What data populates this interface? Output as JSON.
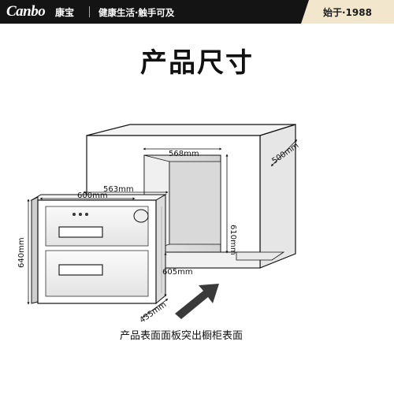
{
  "header": {
    "brand_logo": "Canbo",
    "brand_cn": "康宝",
    "slogan": "健康生活·触手可及",
    "since": "始于·1988"
  },
  "title": "产品尺寸",
  "dimensions": {
    "cabinet_width": "568mm",
    "cabinet_depth": "500mm",
    "cabinet_height": "610mm",
    "product_depth": "563mm",
    "product_width": "600mm",
    "product_height": "640mm",
    "product_lower": "605mm",
    "product_side": "435mm"
  },
  "caption": "产品表面面板突出橱柜表面",
  "colors": {
    "header_bg": "#141414",
    "since_bg": "#f2e6cc",
    "arrow": "#3a3a3a"
  }
}
